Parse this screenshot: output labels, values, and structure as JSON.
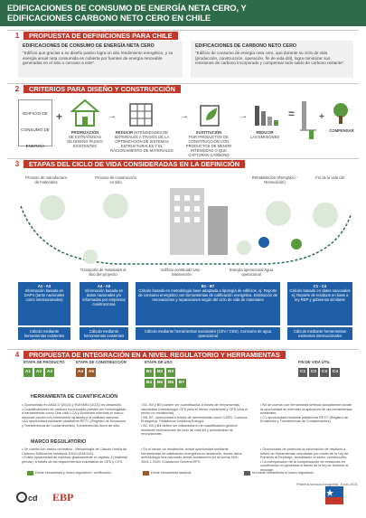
{
  "header": {
    "title_line1": "EDIFICACIONES DE CONSUMO DE ENERGÍA NETA CERO, Y",
    "title_line2": "EDIFICACIONES CARBONO NETO CERO EN CHILE"
  },
  "sections": [
    {
      "num": "1",
      "label": "PROPUESTA DE DEFINICIONES  PARA CHILE"
    },
    {
      "num": "2",
      "label": "CRITERIOS PARA DISEÑO Y CONSTRUCCIÓN"
    },
    {
      "num": "3",
      "label": "ETAPAS DEL CICLO DE VIDA CONSIDERADAS EN LA DEFINICIÓN"
    },
    {
      "num": "4",
      "label": "PROPUESTA DE INTEGRACIÓN EN A NIVEL REGULATORIO Y HERRAMIENTAS"
    }
  ],
  "definitions": {
    "energy_title": "EDIFICACIONES DE CONSUMO DE ENERGÍA NETA CERO",
    "energy_text": "\"Edificio que gracias a su diseño pasivo logra un alto rendimiento energético, y su energía anual neta consumida es cubierta por fuentes de energía renovable generadas en el sitio o cercano a este\".",
    "carbon_title": "EDIFICACIONES DE CARBONO NETO CERO",
    "carbon_text": "\"Edificio de consumo de energía neta cero, que durante su ciclo de vida (producción, construcción, operación, fin de vida útil), logra minimizar sus emisiones de carbono incorporado y compensar todo saldo de carbono restante\"."
  },
  "criteria": {
    "building_label": "EDIFICIO DE CONSUMO DE ENERGÍA NETA CERO",
    "steps": [
      {
        "title": "PRIORIZACIÓN",
        "text": "DE ESTRATEGIAS DE DISEÑO PASIVO EXISTENTES"
      },
      {
        "title": "REDUCIR",
        "text": "INTENSIDADES DE MATERIALES A TRAVÉS DE LA OPTIMIZACIÓN DE SISTEMAS ESTRUCTURALES Y EL RACIONAMIENTO DE MATERIALES"
      },
      {
        "title": "SUSTITUCIÓN",
        "text": "POR PRODUCTOS DE CONSTRUCCIÓN CON PRODUCTOS DE MENOR INTENSIDAD O QUE CAPTURAN CARBONO"
      },
      {
        "title": "REDUCIR",
        "text": "LAS EMISIONES"
      }
    ],
    "compensate": "COMPENSAR"
  },
  "lifecycle": {
    "top_labels": [
      "Proceso de manufactura de materiales",
      "Proceso de construcción en sitio",
      "Rehabilitación (Remplazo - Renovación)",
      "Fin de la vida útil"
    ],
    "bottom_labels": [
      "Transporte de materiales al sitio del proyecto",
      "Edificio construido Uso - Mantención",
      "Energía operacional Agua operacional"
    ],
    "stages": [
      {
        "code": "A1 - A3",
        "text": "Información basada en DAP's (tanto nacionales como internacionales)",
        "calc": "Cálculo mediante herramientas existentes internacionales"
      },
      {
        "code": "A4 - A5",
        "text": "Información basada en datos nacionales y/o informadas por empresas constructoras",
        "calc": "Cálculo mediante herramientas existentes internacionales"
      },
      {
        "code": "B1 - B7",
        "text": "Cálculo basado en metodología base adaptada a tipología de edificios, ej: Reporte de consumo energético con herramientas de calificación energética. Estimación de renovaciones y reparaciones según del ciclo de vida de materiales",
        "calc": "Cálculo mediante herramientas nacionales (CEV / CES). Consumo de agua operacional"
      },
      {
        "code": "C1 - C4",
        "text": "Cálculo basado en datos nacionales ej: Reporte de residuos en base a ley REP y gobiernos similares",
        "calc": "Cálculo mediante herramientas existentes internacionales"
      }
    ]
  },
  "integration": {
    "stage_groups": [
      {
        "title": "ETAPA DE PRODUCTO",
        "codes": [
          "A1",
          "A2",
          "A3"
        ]
      },
      {
        "title": "ETAPA DE CONSTRUCCIÓN",
        "codes": [
          "A4",
          "A5"
        ]
      },
      {
        "title": "ETAPA DE USO",
        "codes": [
          "B1",
          "B2",
          "B3",
          "B4",
          "B5",
          "B6",
          "B7"
        ]
      },
      {
        "title": "FIN DE VIDA ÚTIL",
        "codes": [
          "C1",
          "C2",
          "C3",
          "C4"
        ]
      }
    ],
    "tools_title": "HERRAMIENTA DE CUANTIFICACIÓN",
    "tools_col1": "• Oportunidad en ABACO (2015) y RUHARU (2021) en desarrollo.\n• Cuantificaciones de carbono incorporado pueden ser homologadas a herramientas como One click LCA y Ecoinvent mientras el marco nacional cuenta con información ajustada a la realidad nacional.\n• A4 oportunidad mediante plataforma RETC (Registro de Emisiones y Transferencia de Contaminantes) Transferencias fuera de sitio.",
    "tools_col2": "• B1, B4 y B5 pueden ser cuantificados a través de herramientas nacionales (metodología CES para el sector residencial y CES para el sector no residencial).\n• B6, B7, oportunidad a través de herramientas como CARS, Comuna Energética, Plataforma Gestiona Energía.\n• B2, B3 y B4 deben ser calculados en la cuantificación general mediante estimaciones de ciclo de vida útil y periodicidad de renovaciones.",
    "tools_col3": "• No se cuenta con herramienta definida actualmente donde la oportunidad de extender la aplicación de las herramientas existentes.\n• C1 oportunidad mediante plataforma RETC (Registro de Emisiones y Transferencia de Contaminantes).",
    "reg_title": "MARCO REGULATORIO",
    "reg_col1": "• Se cuenta con marco normativo - Metodología de Cálculo Huella de Carbono Edificación mediante DS11/1934/2011.\n• Existe oportunidad de impulsar gradualmente el capítulo 4 (materias primas), a través de los requerimientos voluntarios de CES y CVS.",
    "reg_col2": "• En el sector no residencial, existe oportunidad mediante herramientas de calificación energética en desarrollo, donde dicha metodología sea calculado desde fundamento en la norma NCh 3494-1 2020. Evaluación General EPC.",
    "reg_col3": "• Oportunidad de potenciar la valorización de residuos a través de herramientas calculadas por medio de la Ley de Fomento al Reciclaje, acreditando el sector construcción.\n• La incorporación de la compensación de emisiones en construcción es generada a través de la ley de fomento al reciclaje."
  },
  "legend": [
    {
      "text": "Existe herramienta y marco regulatorio / certificación",
      "color": "#5b9a3c"
    },
    {
      "text": "Existe herramienta nacional",
      "color": "#9a5a2c"
    },
    {
      "text": "No existe herramienta ni marco regulatorio",
      "color": "#5c5c5c"
    }
  ],
  "footer": {
    "credit": "Primera versión Infografía, Junio 2021",
    "logo1": "cdt",
    "logo2": "EBP",
    "logo3": "MINVU"
  },
  "colors": {
    "primary_green": "#2e6b4a",
    "accent_red": "#c0392b",
    "blue": "#1f5fa8"
  }
}
